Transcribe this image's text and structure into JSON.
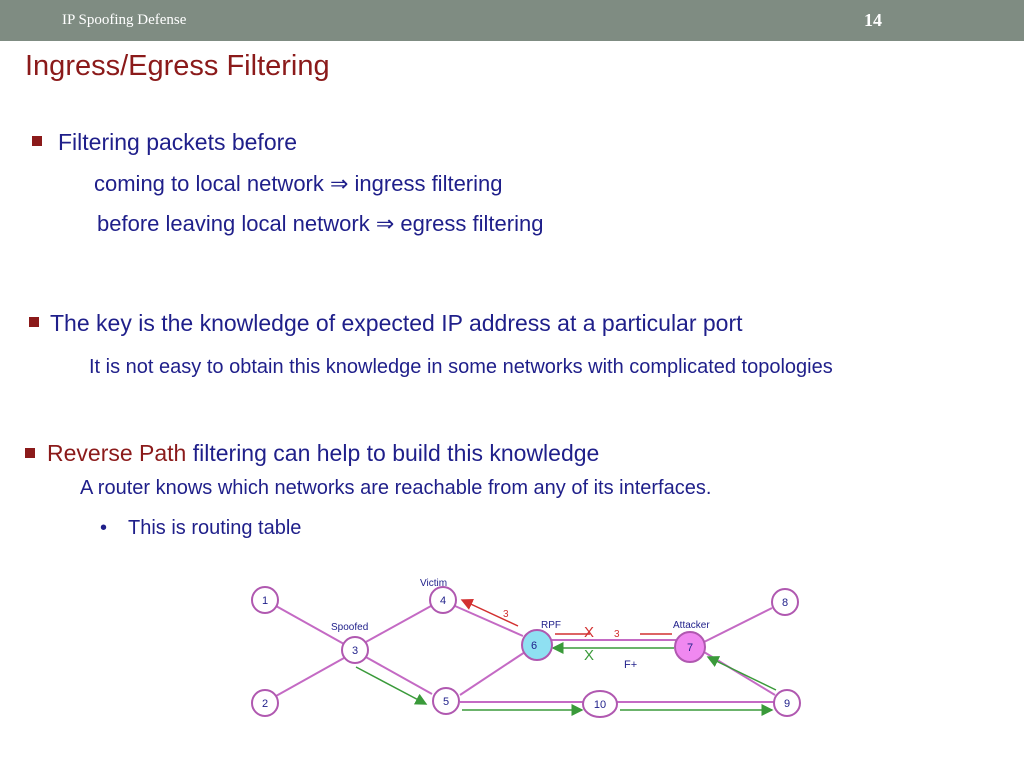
{
  "header": {
    "title": "IP Spoofing Defense",
    "page_number": "14"
  },
  "slide": {
    "title": "Ingress/Egress Filtering",
    "bullets": [
      {
        "text": "Filtering packets before",
        "sub": [
          "coming to local network ⇒  ingress filtering",
          "before leaving local network ⇒  egress filtering"
        ]
      },
      {
        "text": "The key is the knowledge of expected IP address at a particular port",
        "sub": [
          "It is not easy to obtain this knowledge in some networks with complicated topologies"
        ]
      },
      {
        "highlight": "Reverse Path",
        "text": " filtering can help to build this knowledge",
        "sub": [
          "A router knows which networks are reachable from any of its interfaces."
        ],
        "subsub": [
          "This is routing table"
        ]
      }
    ]
  },
  "diagram": {
    "nodes": [
      "1",
      "2",
      "3",
      "4",
      "5",
      "6",
      "7",
      "8",
      "9",
      "10"
    ],
    "labels": {
      "victim": "Victim",
      "spoofed": "Spoofed",
      "rpf": "RPF",
      "attacker": "Attacker",
      "fplus": "F+",
      "x1": "X",
      "x2": "X",
      "three_a": "3",
      "three_b": "3"
    },
    "colors": {
      "link": "#c46ac4",
      "node_stroke": "#b058b0",
      "spoofed_flow": "#3a9a3a",
      "attack_flow": "#d23030",
      "rpf_fill": "#8fe0f2",
      "attacker_fill": "#f088f0"
    }
  }
}
